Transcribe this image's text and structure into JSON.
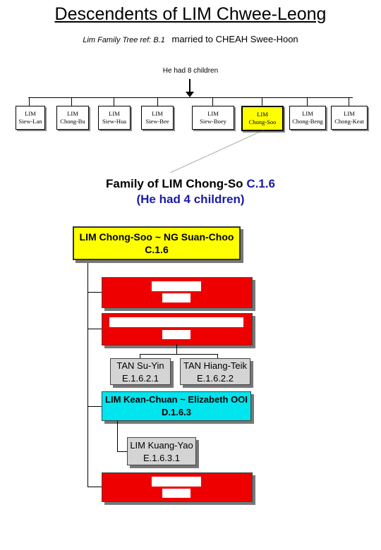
{
  "header": {
    "title": "Descendents of LIM Chwee-Leong",
    "ref": "Lim Family Tree ref: B.1",
    "married": "married to CHEAH Swee-Hoon",
    "children_count": "He had 8 children"
  },
  "children": [
    {
      "line1": "LIM",
      "line2": "Siew-Lan"
    },
    {
      "line1": "LIM",
      "line2": "Chong-Bu"
    },
    {
      "line1": "LIM",
      "line2": "Siew-Hua"
    },
    {
      "line1": "LIM",
      "line2": "Siew-Bee"
    },
    {
      "line1": "LIM",
      "line2": "Siew-Boey"
    },
    {
      "line1": "LIM",
      "line2": "Chong-Soo"
    },
    {
      "line1": "LIM",
      "line2": "Chong-Beng"
    },
    {
      "line1": "LIM",
      "line2": "Chong-Keat"
    }
  ],
  "family": {
    "title": "Family of LIM Chong-So",
    "code": "C.1.6",
    "subtitle": "(He had 4 children)"
  },
  "head": {
    "name": "LIM Chong-Soo ~ NG Suan-Choo",
    "code": "C.1.6"
  },
  "grandchildren": [
    {
      "name": "TAN Su-Yin",
      "code": "E.1.6.2.1"
    },
    {
      "name": "TAN Hiang-Teik",
      "code": "E.1.6.2.2"
    }
  ],
  "kean_chuan": {
    "name": "LIM Kean-Chuan ~ Elizabeth OOI",
    "code": "D.1.6.3"
  },
  "kuang_yao": {
    "name": "LIM Kuang-Yao",
    "code": "E.1.6.3.1"
  },
  "colors": {
    "highlight": "#ffff00",
    "redacted_box": "#ee0000",
    "grandchild": "#d4d4d4",
    "spouse_box": "#00e5ee",
    "code_blue": "#1a1aa8"
  }
}
